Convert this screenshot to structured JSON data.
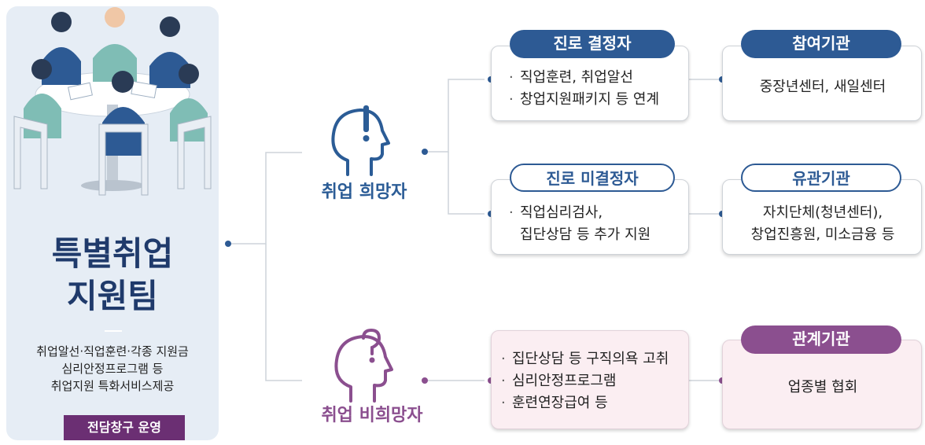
{
  "team": {
    "title_line1": "특별취업",
    "title_line2": "지원팀",
    "desc_line1": "취업알선·직업훈련·각종 지원금",
    "desc_line2": "심리안정프로그램 등",
    "desc_line3": "취업지원 특화서비스제공",
    "badge": "전담창구 운영"
  },
  "seeker": {
    "label": "취업 희망자",
    "decided": {
      "header": "진로 결정자",
      "items": [
        "직업훈련, 취업알선",
        "창업지원패키지 등 연계"
      ]
    },
    "participating": {
      "header": "참여기관",
      "text": "중장년센터, 새일센터"
    },
    "undecided": {
      "header": "진로 미결정자",
      "item_line1": "직업심리검사,",
      "item_line2": "집단상담 등 추가 지원"
    },
    "related": {
      "header": "유관기관",
      "text_line1": "자치단체(청년센터),",
      "text_line2": "창업진흥원, 미소금융 등"
    }
  },
  "nonseeker": {
    "label": "취업 비희망자",
    "items": [
      "집단상담 등 구직의욕 고취",
      "심리안정프로그램",
      "훈련연장급여 등"
    ],
    "relevant": {
      "header": "관계기관",
      "text": "업종별 협회"
    }
  },
  "colors": {
    "navy": "#2d5a94",
    "purple": "#8b4f8f",
    "title": "#1f3a6b",
    "badge": "#6b2f73",
    "panel": "#e6edf5",
    "pink_box": "#fbeef2"
  }
}
